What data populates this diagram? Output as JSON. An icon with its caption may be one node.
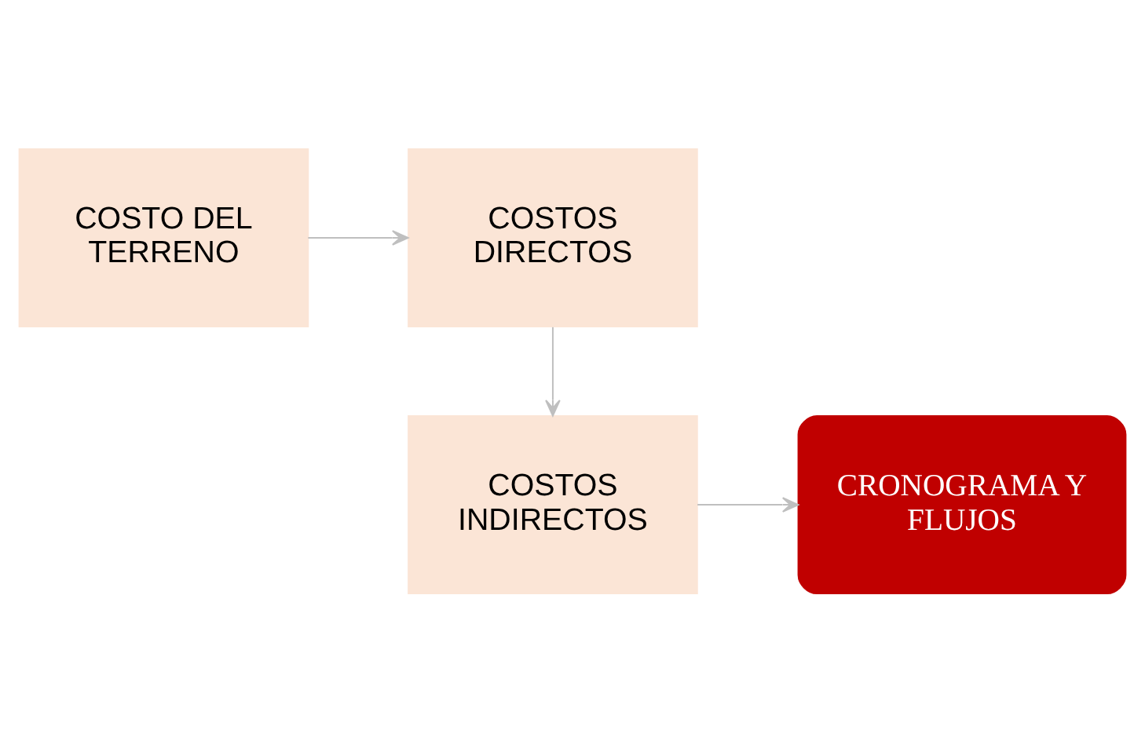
{
  "diagram": {
    "nodes": [
      {
        "text": [
          "COSTO DEL TERRENO"
        ]
      },
      {
        "text": [
          "COSTOS DIRECTOS"
        ]
      },
      {
        "text": [
          "COSTOS INDIRECTOS"
        ]
      },
      {
        "text": [
          "CRONOGRAMA Y FLUJOS"
        ]
      }
    ],
    "edges": [
      {
        "from": 0,
        "to": 1,
        "arrow": "to"
      },
      {
        "from": 1,
        "to": 2,
        "arrow": "to"
      },
      {
        "from": 2,
        "to": 3,
        "arrow": "to"
      }
    ]
  }
}
